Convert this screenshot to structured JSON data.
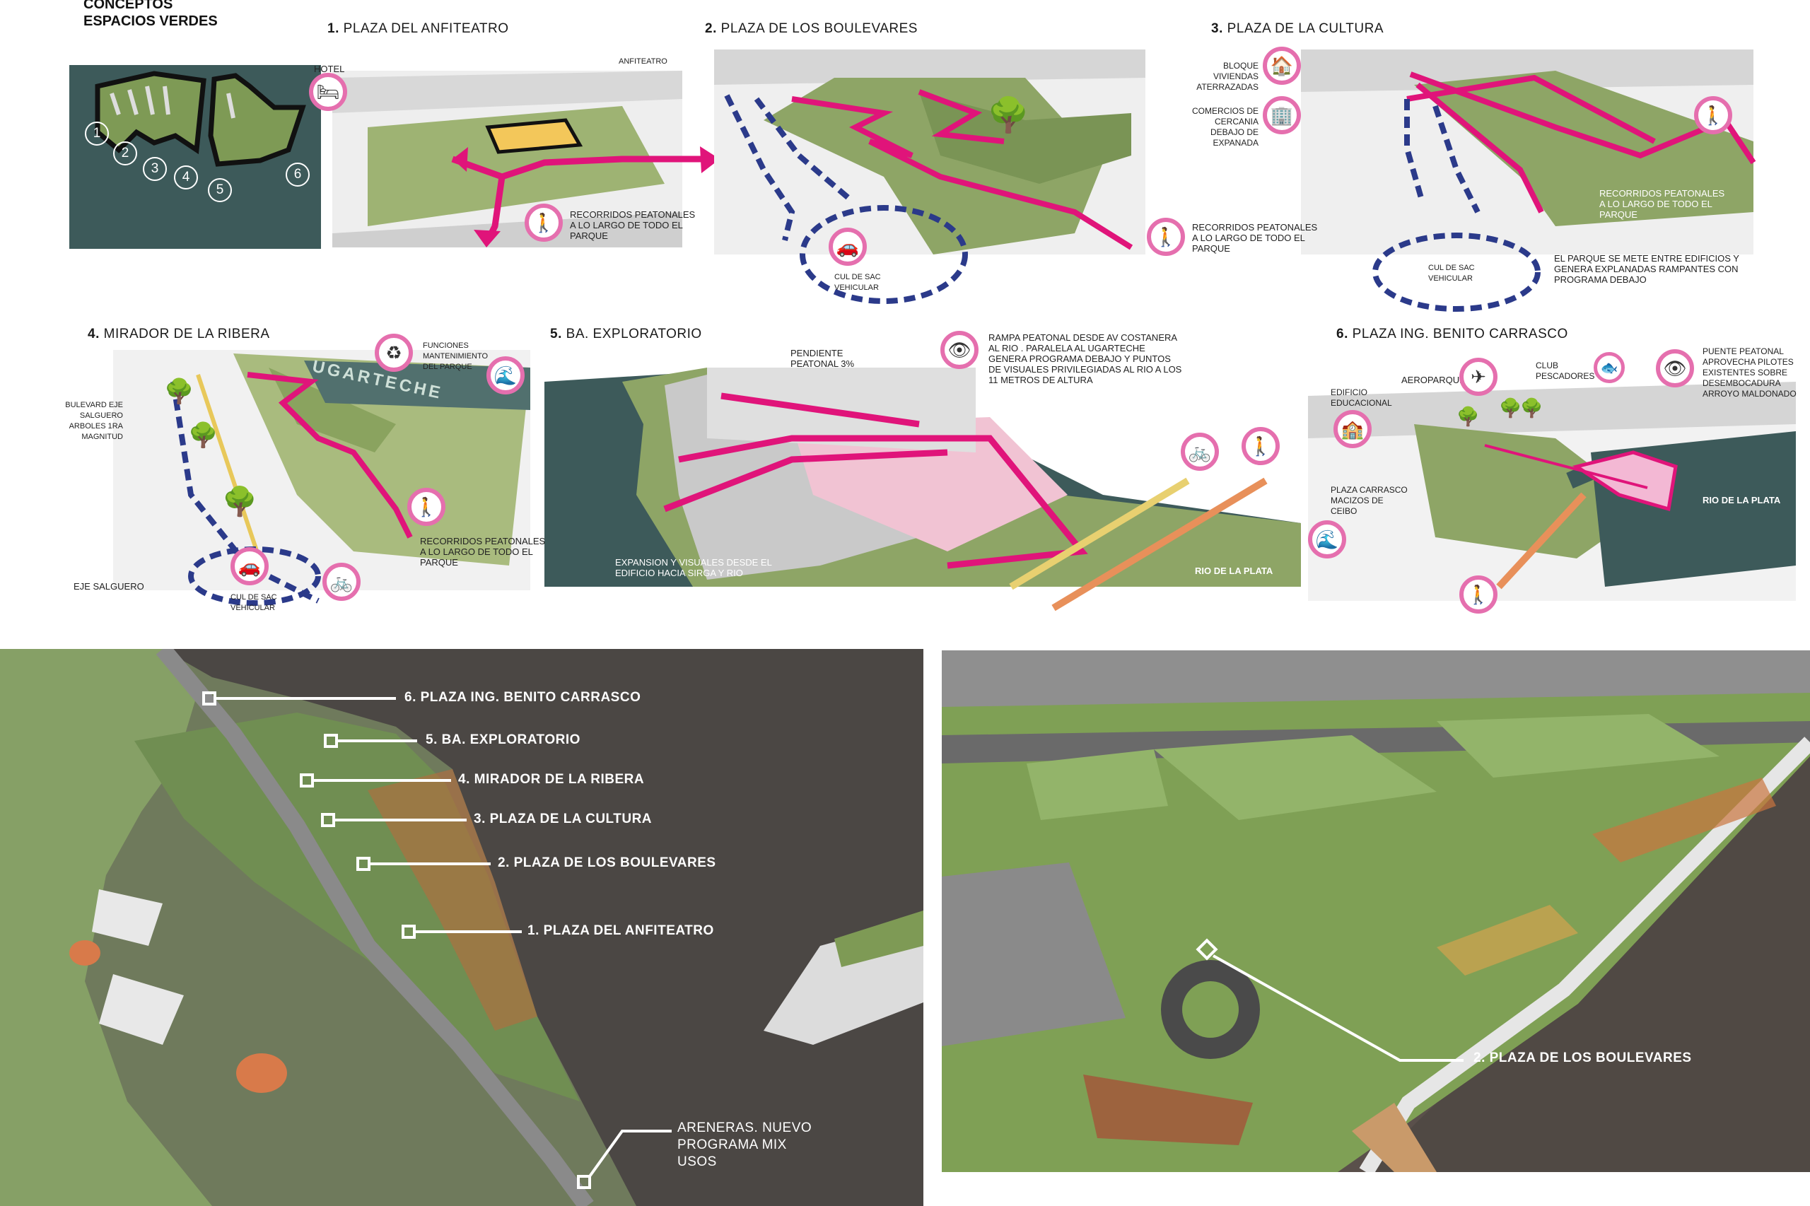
{
  "header": {
    "line1": "CONCEPTOS",
    "line2": "ESPACIOS VERDES"
  },
  "key_map": {
    "numbers": [
      "1",
      "2",
      "3",
      "4",
      "5",
      "6"
    ]
  },
  "panels": {
    "p1": {
      "num": "1.",
      "title": "PLAZA DEL ANFITEATRO",
      "hotel": "HOTEL",
      "anfiteatro": "ANFITEATRO",
      "recorridos": "RECORRIDOS PEATONALES A LO LARGO DE TODO EL PARQUE"
    },
    "p2": {
      "num": "2.",
      "title": "PLAZA DE LOS BOULEVARES",
      "culdesac": "CUL DE SAC VEHICULAR",
      "recorridos": "RECORRIDOS PEATONALES A LO LARGO DE TODO EL PARQUE"
    },
    "p3": {
      "num": "3.",
      "title": "PLAZA DE LA CULTURA",
      "bloque": "BLOQUE VIVIENDAS ATERRAZADAS",
      "comercios": "COMERCIOS DE CERCANIA DEBAJO DE EXPANADA",
      "recorridos": "RECORRIDOS PEATONALES A LO LARGO DE TODO EL PARQUE",
      "culdesac": "CUL DE SAC VEHICULAR",
      "parque": "EL PARQUE SE METE ENTRE EDIFICIOS Y GENERA EXPLANADAS RAMPANTES CON PROGRAMA DEBAJO"
    },
    "p4": {
      "num": "4.",
      "title": "MIRADOR DE LA RIBERA",
      "funciones": "FUNCIONES MANTENIMIENTO DEL PARQUE",
      "bulevard": "BULEVARD EJE SALGUERO ARBOLES 1RA MAGNITUD",
      "ugarteche": "UGARTECHE",
      "recorridos": "RECORRIDOS PEATONALES A LO LARGO DE TODO EL PARQUE",
      "eje": "EJE SALGUERO",
      "culdesac": "CUL DE SAC VEHICULAR"
    },
    "p5": {
      "num": "5.",
      "title": "BA. EXPLORATORIO",
      "pendiente": "PENDIENTE PEATONAL 3%",
      "rampa": "RAMPA PEATONAL DESDE AV COSTANERA AL RIO . PARALELA AL UGARTECHE GENERA PROGRAMA DEBAJO Y PUNTOS DE VISUALES PRIVILEGIADAS AL RIO A LOS 11 METROS DE ALTURA",
      "expansion": "EXPANSION Y VISUALES DESDE EL EDIFICIO HACIA SIRGA Y RIO",
      "rio": "RIO DE LA PLATA"
    },
    "p6": {
      "num": "6.",
      "title": "PLAZA ING. BENITO CARRASCO",
      "edificio": "EDIFICIO EDUCACIONAL",
      "aeroparque": "AEROPARQUE",
      "club": "CLUB PESCADORES",
      "puente": "PUENTE PEATONAL APROVECHA PILOTES EXISTENTES SOBRE DESEMBOCADURA ARROYO MALDONADO",
      "plaza": "PLAZA CARRASCO MACIZOS DE CEIBO",
      "rio": "RIO DE LA PLATA"
    }
  },
  "aerial_left": {
    "labels": [
      "6. PLAZA ING. BENITO CARRASCO",
      "5. BA. EXPLORATORIO",
      "4. MIRADOR DE LA RIBERA",
      "3. PLAZA DE LA CULTURA",
      "2. PLAZA DE LOS BOULEVARES",
      "1. PLAZA DEL ANFITEATRO"
    ],
    "areneras": "ARENERAS. NUEVO PROGRAMA MIX USOS"
  },
  "aerial_right": {
    "label": "2. PLAZA DE LOS BOULEVARES"
  },
  "colors": {
    "pink": "#e0147a",
    "pink_ring": "#e56fae",
    "navy": "#2b3a8a",
    "green": "#7e9a55",
    "teal": "#3e5a5c",
    "orange": "#e8905a",
    "yellow": "#e8d070"
  },
  "icons": {
    "hotel": "bed-icon",
    "walk": "pedestrian-icon",
    "car": "car-icon",
    "tree": "tree-icon",
    "home": "house-icon",
    "building": "building-icon",
    "recycle": "recycle-icon",
    "water": "water-icon",
    "eye": "eye-icon",
    "bike": "bicycle-icon",
    "plane": "plane-icon",
    "fish": "fish-icon",
    "school": "school-icon"
  }
}
